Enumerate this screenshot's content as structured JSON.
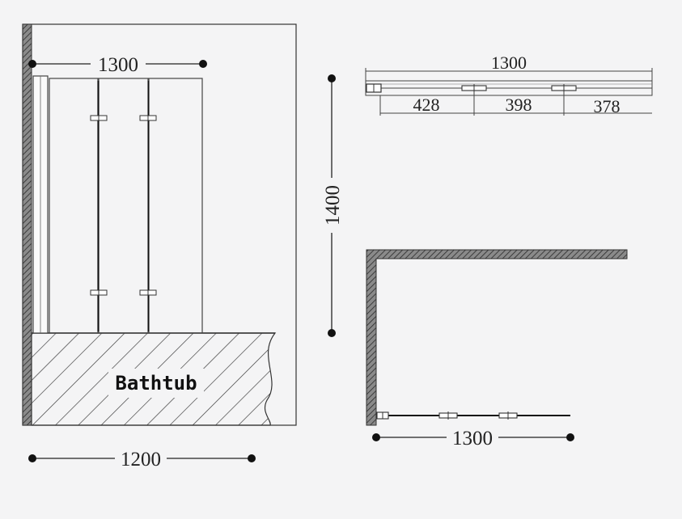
{
  "front_view": {
    "width_label": "1300",
    "tub_width_label": "1200",
    "tub_label": "Bathtub"
  },
  "height_label": "1400",
  "top_view": {
    "total_label": "1300",
    "panel_labels": [
      "428",
      "398",
      "378"
    ]
  },
  "plan_view": {
    "width_label": "1300"
  }
}
